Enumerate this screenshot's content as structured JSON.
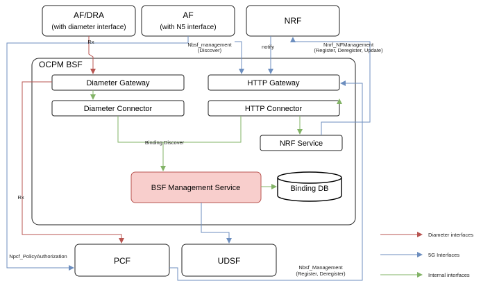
{
  "nodes": {
    "af_dra": {
      "title": "AF/DRA",
      "subtitle": "(with diameter interface)"
    },
    "af": {
      "title": "AF",
      "subtitle": "(with N5 interface)"
    },
    "nrf": {
      "title": "NRF"
    },
    "container": {
      "title": "OCPM BSF"
    },
    "diameter_gateway": {
      "title": "Diameter Gateway"
    },
    "http_gateway": {
      "title": "HTTP Gateway"
    },
    "diameter_connector": {
      "title": "Diameter Connector"
    },
    "http_connector": {
      "title": "HTTP Connector"
    },
    "nrf_service": {
      "title": "NRF Service"
    },
    "bsf_mgmt": {
      "title": "BSF Management Service"
    },
    "binding_db": {
      "title": "Binding DB"
    },
    "pcf": {
      "title": "PCF"
    },
    "udsf": {
      "title": "UDSF"
    }
  },
  "edges": {
    "rx_top": "Rx",
    "rx_left": "Rx",
    "nbsf_management": "Nbsf_management",
    "discover": "(Discover)",
    "notify": "notify",
    "nnrf_nfmanagement": "Nnrf_NFManagement",
    "nnrf_ops": "(Register, Deregister, Update)",
    "binding_discover": "Binding Discover",
    "npcf": "Npcf_PolicyAuthorization",
    "nbsf_management_bottom": "Nbsf_Management",
    "nbsf_ops_bottom": "(Register, Deregister)"
  },
  "legend": {
    "diameter": "Diameter interfaces",
    "fiveg": "5G Interfaces",
    "internal": "Internal interfaces"
  },
  "colors": {
    "diameter": "#b85450",
    "fiveg": "#6c8ebf",
    "internal": "#82b366",
    "highlight_fill": "#f8cecc"
  }
}
